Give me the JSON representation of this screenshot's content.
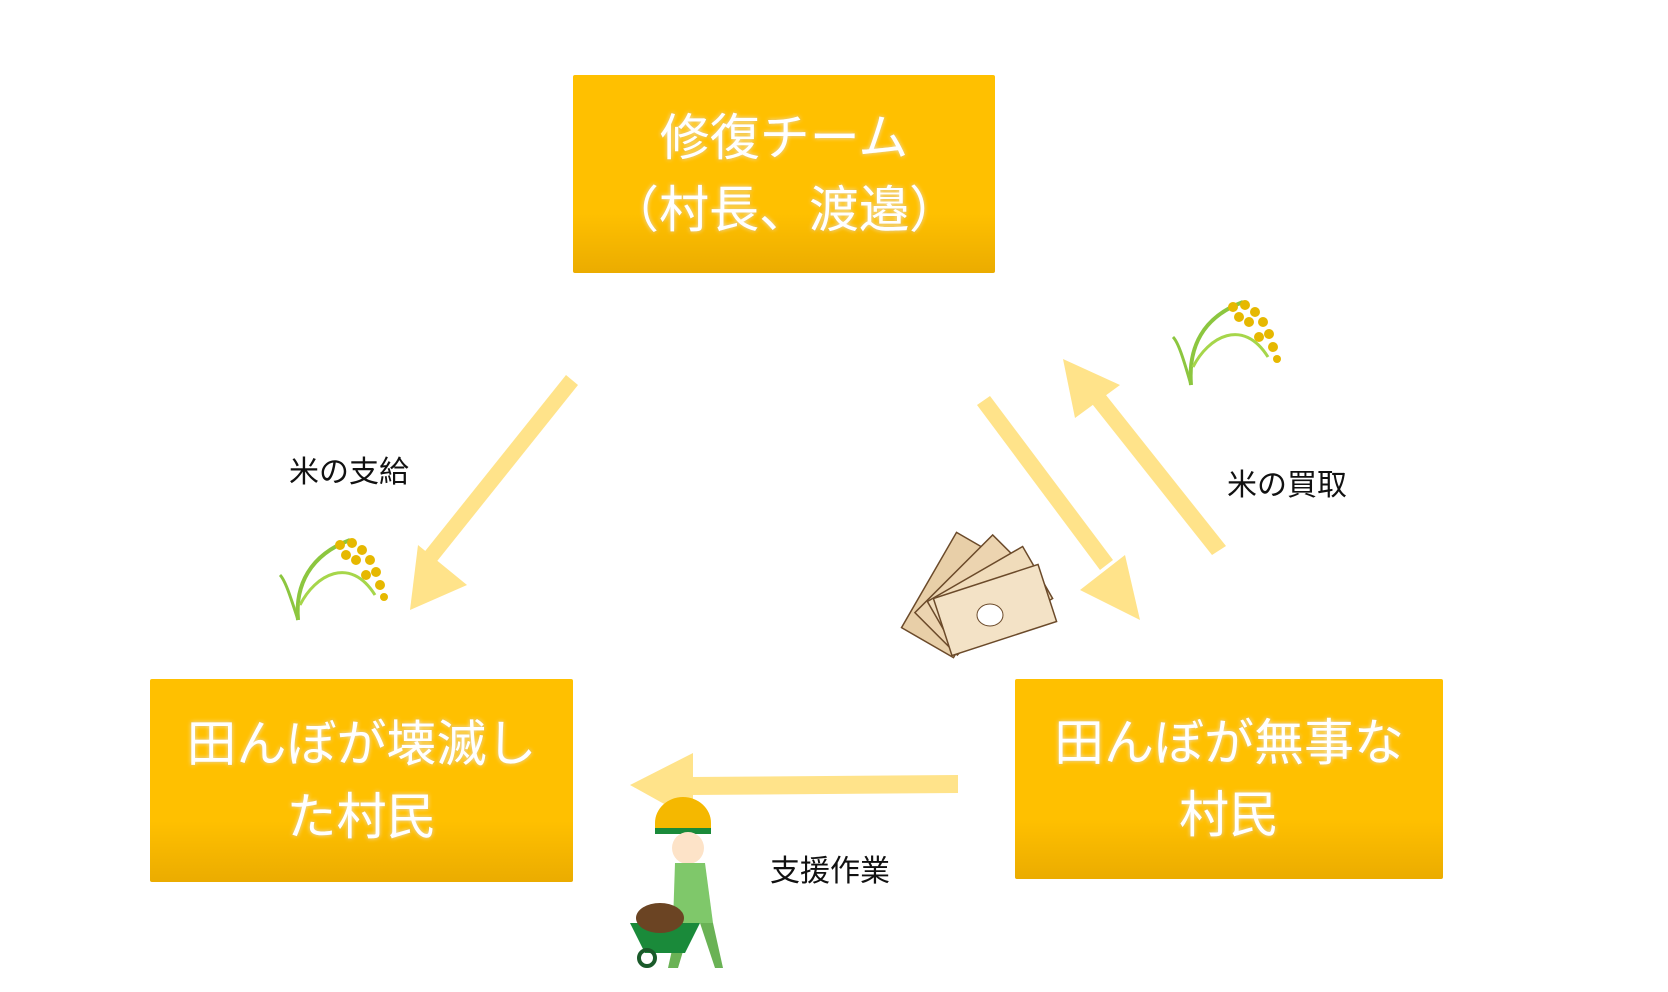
{
  "nodes": {
    "repair_team": {
      "line1": "修復チーム",
      "line2": "（村長、渡邉）"
    },
    "destroyed_villagers": {
      "line1": "田んぼが壊滅し",
      "line2": "た村民"
    },
    "safe_villagers": {
      "line1": "田んぼが無事な",
      "line2": "村民"
    }
  },
  "edges": {
    "rice_supply": "米の支給",
    "rice_purchase": "米の買取",
    "support_work": "支援作業"
  },
  "colors": {
    "box": "#FFC000",
    "arrow": "#FFE38A"
  }
}
